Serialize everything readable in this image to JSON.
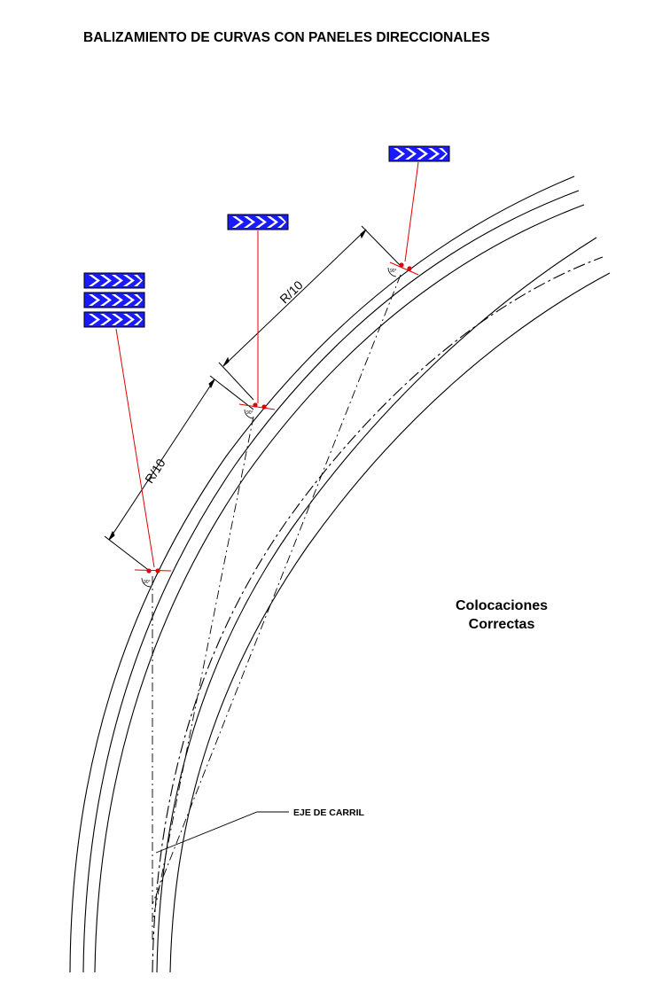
{
  "title": "BALIZAMIENTO DE CURVAS CON PANELES DIRECCIONALES",
  "note": {
    "line1": "Colocaciones",
    "line2": "Correctas"
  },
  "dimension_label": "R/10",
  "axis_label": "EJE DE CARRIL",
  "angle_mark": "90°",
  "colors": {
    "panel_fill": "#1a1aff",
    "chevron": "#ffffff",
    "red": "#e00000",
    "line": "#000000"
  },
  "icons": [
    "chevron-panel-icon",
    "red-dot-icon",
    "right-angle-icon"
  ],
  "panels": [
    {
      "name": "panel-group-1",
      "count": 3
    },
    {
      "name": "panel-group-2",
      "count": 1
    },
    {
      "name": "panel-group-3",
      "count": 1
    }
  ]
}
